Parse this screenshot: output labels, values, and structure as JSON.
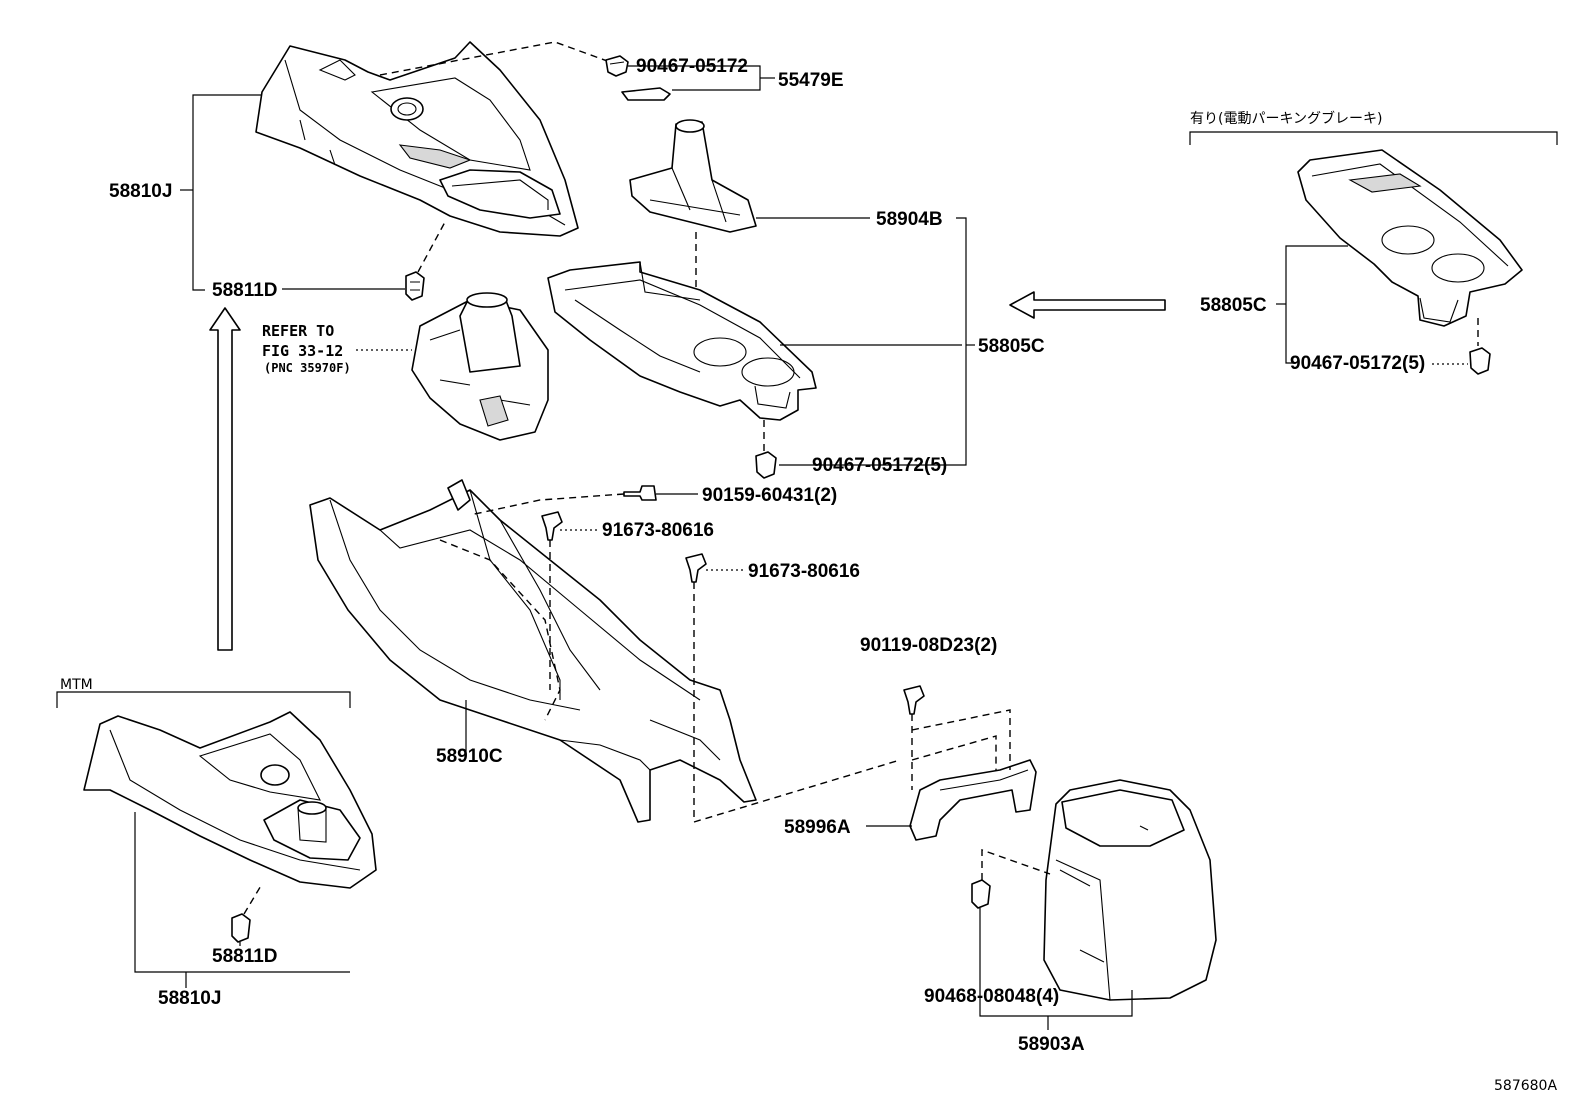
{
  "figure_id": "587680A",
  "groups": {
    "parking_brake_title": "有り(電動パーキングブレーキ)",
    "mtm_title": "MTM"
  },
  "refer": {
    "line1": "REFER TO",
    "line2": "FIG 33-12",
    "line3": "(PNC 35970F)"
  },
  "labels": {
    "p_90467_05172_top": "90467-05172",
    "p_55479E": "55479E",
    "p_58810J_top": "58810J",
    "p_58811D_top": "58811D",
    "p_58904B": "58904B",
    "p_58805C_mid": "58805C",
    "p_58805C_right": "58805C",
    "p_90467_05172_5_right": "90467-05172(5)",
    "p_90467_05172_5_mid": "90467-05172(5)",
    "p_90159_60431_2": "90159-60431(2)",
    "p_91673_80616_a": "91673-80616",
    "p_91673_80616_b": "91673-80616",
    "p_90119_08D23_2": "90119-08D23(2)",
    "p_58910C": "58910C",
    "p_58996A": "58996A",
    "p_58811D_bottom": "58811D",
    "p_58810J_bottom": "58810J",
    "p_90468_08048_4": "90468-08048(4)",
    "p_58903A": "58903A"
  }
}
